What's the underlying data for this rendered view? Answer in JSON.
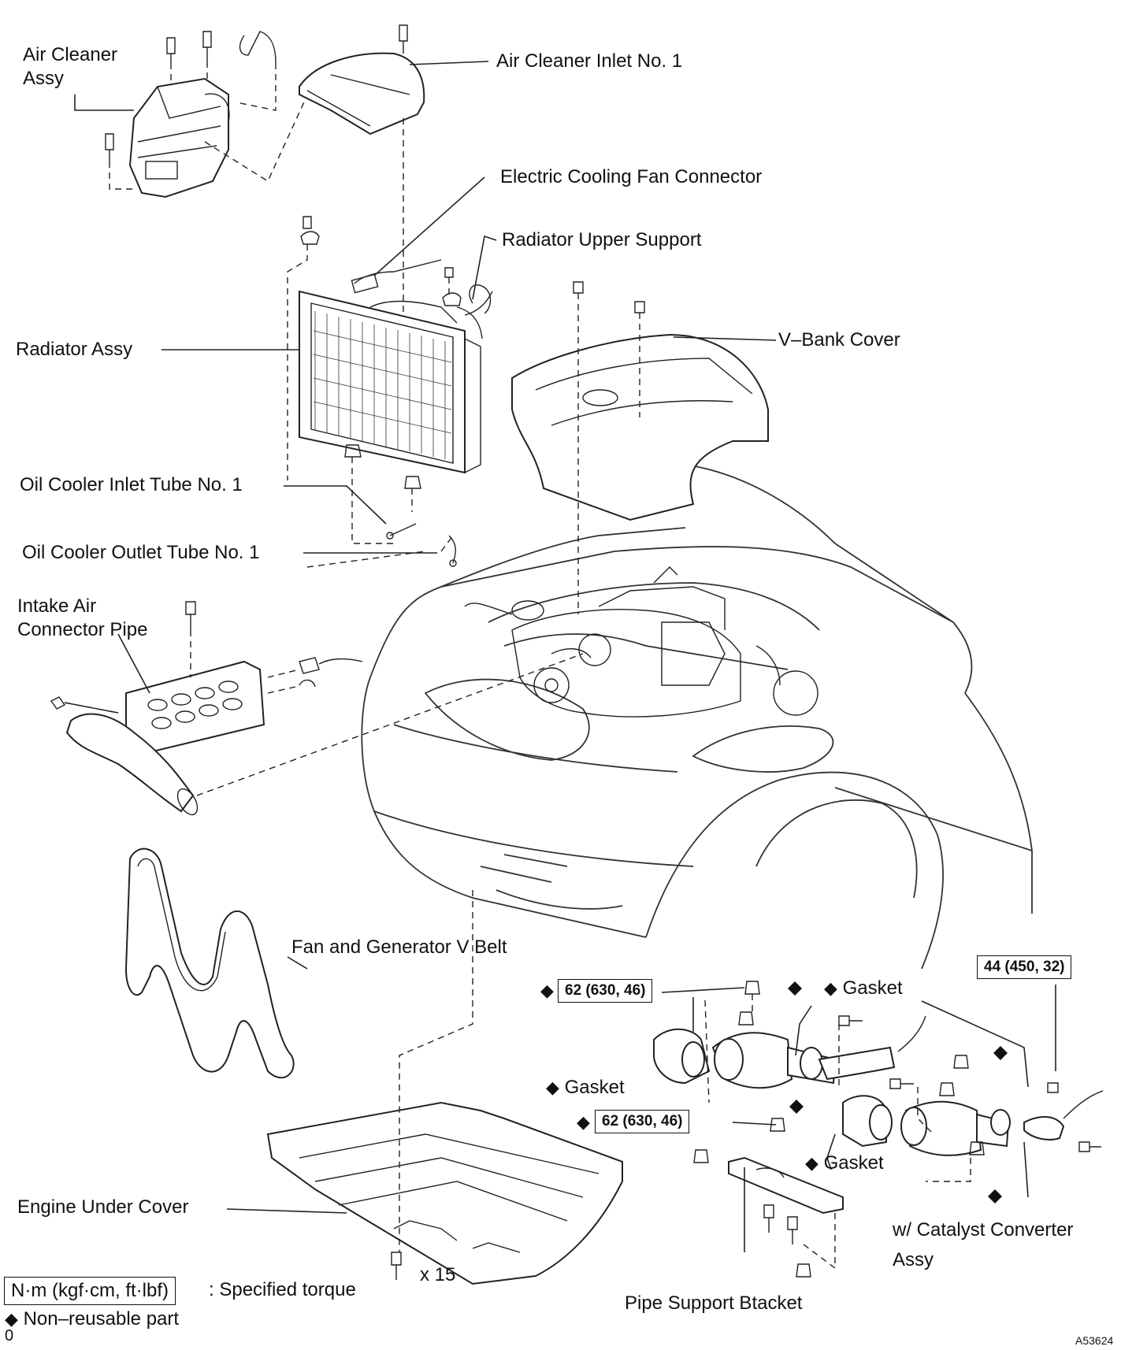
{
  "labels": {
    "air_cleaner_assy": [
      "Air Cleaner",
      "Assy"
    ],
    "air_cleaner_inlet": "Air Cleaner Inlet No. 1",
    "electric_fan_connector": "Electric Cooling Fan Connector",
    "radiator_upper_support": "Radiator Upper Support",
    "radiator_assy": "Radiator Assy",
    "v_bank_cover": "V–Bank Cover",
    "oil_cooler_inlet": "Oil Cooler Inlet Tube No. 1",
    "oil_cooler_outlet": "Oil Cooler Outlet Tube No. 1",
    "intake_air_connector": [
      "Intake Air",
      "Connector Pipe"
    ],
    "fan_generator_belt": "Fan and Generator V Belt",
    "engine_under_cover": "Engine Under Cover",
    "gasket": "Gasket",
    "catalyst_converter": [
      "w/  Catalyst  Converter",
      "Assy"
    ],
    "pipe_support_bracket": "Pipe Support Btacket",
    "bolt_count": "x 15"
  },
  "torque": {
    "t1": "62 (630, 46)",
    "t2": "62 (630, 46)",
    "t3": "44 (450, 32)"
  },
  "legend": {
    "torque_units": "N·m (kgf·cm, ft·lbf)",
    "torque_text": ": Specified torque",
    "nonreusable_symbol": "◆",
    "nonreusable_text": "Non–reusable part",
    "footnote": "0"
  },
  "figure_id": "A53624"
}
